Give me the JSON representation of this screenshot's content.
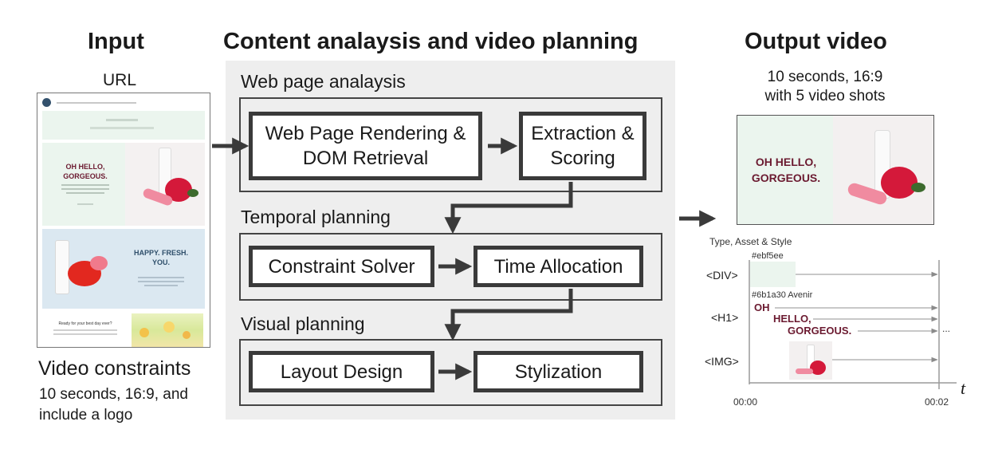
{
  "input": {
    "title": "Input",
    "url_label": "URL",
    "constraints_title": "Video constraints",
    "constraints_text": "10 seconds, 16:9, and include a logo"
  },
  "webpage": {
    "hero1_heading": "OH HELLO, GORGEOUS.",
    "hero2_heading": "HAPPY. FRESH. YOU.",
    "footer_heading": "Ready for your best day ever?"
  },
  "middle": {
    "title": "Content analaysis and video planning",
    "sections": [
      {
        "title": "Web page analaysis",
        "steps": [
          "Web Page Rendering & DOM Retrieval",
          "Extraction & Scoring"
        ]
      },
      {
        "title": "Temporal planning",
        "steps": [
          "Constraint Solver",
          "Time Allocation"
        ]
      },
      {
        "title": "Visual planning",
        "steps": [
          "Layout Design",
          "Stylization"
        ]
      }
    ]
  },
  "output": {
    "title": "Output video",
    "desc_line1": "10 seconds, 16:9",
    "desc_line2": "with 5 video shots",
    "frame_heading_line1": "OH HELLO,",
    "frame_heading_line2": "GORGEOUS."
  },
  "timeline": {
    "title": "Type, Asset & Style",
    "rows": [
      "<DIV>",
      "<H1>",
      "<IMG>"
    ],
    "div_style": "#ebf5ee",
    "h1_style": "#6b1a30 Avenir",
    "words": [
      "OH",
      "HELLO,",
      "GORGEOUS."
    ],
    "ellipsis": "...",
    "axis_var": "t",
    "ticks": [
      "00:00",
      "00:02"
    ]
  },
  "colors": {
    "mint": "#ebf5ee",
    "brand": "#6b1a30",
    "blue": "#dbe8f1",
    "flower": "#d4193a"
  }
}
